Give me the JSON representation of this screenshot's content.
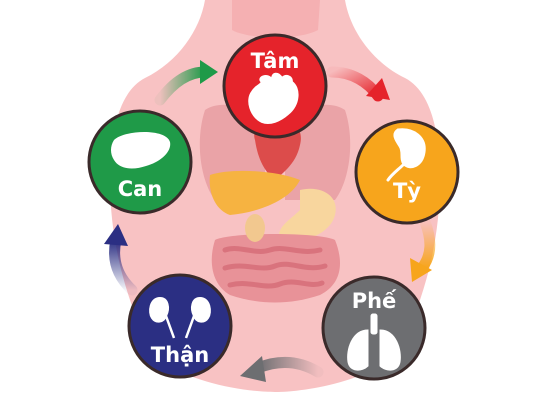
{
  "organs": [
    {
      "label": "Tâm",
      "organ_icon": "heart-icon",
      "color": "#e5232b",
      "ring": "#3a2a2a"
    },
    {
      "label": "Tỳ",
      "organ_icon": "spleen-icon",
      "color": "#f7a51c",
      "ring": "#3a2a2a"
    },
    {
      "label": "Phế",
      "organ_icon": "lungs-icon",
      "color": "#6d6e71",
      "ring": "#3a2a2a"
    },
    {
      "label": "Thận",
      "organ_icon": "kidneys-icon",
      "color": "#2b2f83",
      "ring": "#3a2a2a"
    },
    {
      "label": "Can",
      "organ_icon": "liver-icon",
      "color": "#1f9a48",
      "ring": "#3a2a2a"
    }
  ],
  "arrows": [
    {
      "from": "Can",
      "to": "Tâm",
      "color": "#1f9a48"
    },
    {
      "from": "Tâm",
      "to": "Tỳ",
      "color": "#e5232b"
    },
    {
      "from": "Tỳ",
      "to": "Phế",
      "color": "#f7a51c"
    },
    {
      "from": "Phế",
      "to": "Thận",
      "color": "#6d6e71"
    },
    {
      "from": "Thận",
      "to": "Can",
      "color": "#2b2f83"
    }
  ],
  "body_color": "#f7b7b9"
}
